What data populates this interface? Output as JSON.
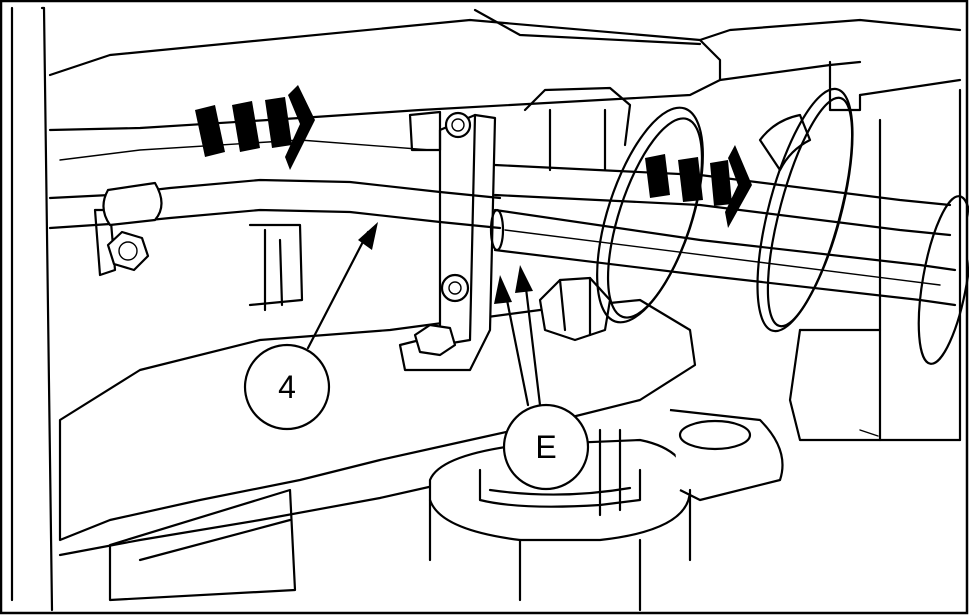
{
  "callouts": [
    {
      "id": "4",
      "label": "4"
    },
    {
      "id": "E",
      "label": "E"
    }
  ],
  "flow_arrows": [
    {
      "name": "upper-left-flow",
      "direction": "right"
    },
    {
      "name": "right-flow",
      "direction": "right"
    }
  ],
  "colors": {
    "line": "#000000",
    "background": "#ffffff"
  }
}
